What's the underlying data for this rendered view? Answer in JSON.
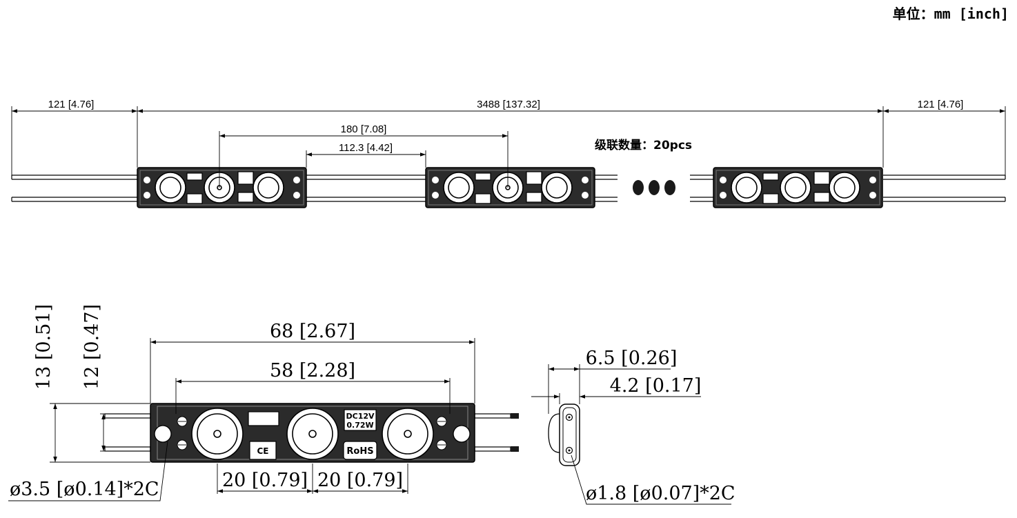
{
  "header": {
    "unit_label": "单位：mm [inch]"
  },
  "cascade": {
    "label": "级联数量：20pcs"
  },
  "top_view": {
    "dim_lead_left": "121 [4.76]",
    "dim_total": "3488 [137.32]",
    "dim_lead_right": "121 [4.76]",
    "dim_pitch": "180 [7.08]",
    "dim_gap": "112.3 [4.42]"
  },
  "front_view": {
    "dim_length": "68 [2.67]",
    "dim_hole_span": "58 [2.28]",
    "dim_height_outer": "13 [0.51]",
    "dim_height_inner": "12 [0.47]",
    "dim_spacing_left": "20 [0.79]",
    "dim_spacing_right": "20 [0.79]",
    "dim_hole": "ø3.5 [ø0.14]*2C",
    "label_brand": "",
    "label_voltage": "DC12V",
    "label_power": "0.72W",
    "label_ce": "CE",
    "label_rohs": "RoHS"
  },
  "side_view": {
    "dim_depth": "6.5 [0.26]",
    "dim_body": "4.2 [0.17]",
    "dim_hole": "ø1.8 [ø0.07]*2C"
  },
  "colors": {
    "line": "#000000",
    "module_body": "#2b2b2b",
    "background": "#ffffff"
  }
}
